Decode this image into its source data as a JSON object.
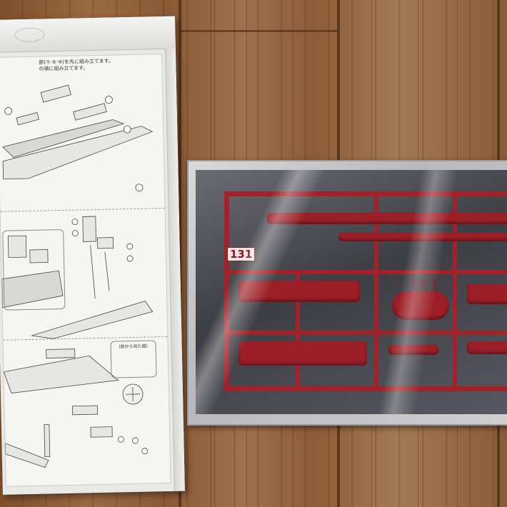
{
  "photo": {
    "subject": "",
    "instruction_sheet": {
      "header_line_1": "部(⑦·⑨·⑩)を先に組み立てます。",
      "header_line_2": "の順に組み立てます。",
      "view_note": "(前から見た図)"
    },
    "sprue": {
      "tag_label": "131",
      "tag_back_label": "131"
    }
  },
  "colors": {
    "sprue_red": "#a3222a",
    "floor_wood": "#8a5a36",
    "tray_grey": "#bdbdc1"
  }
}
